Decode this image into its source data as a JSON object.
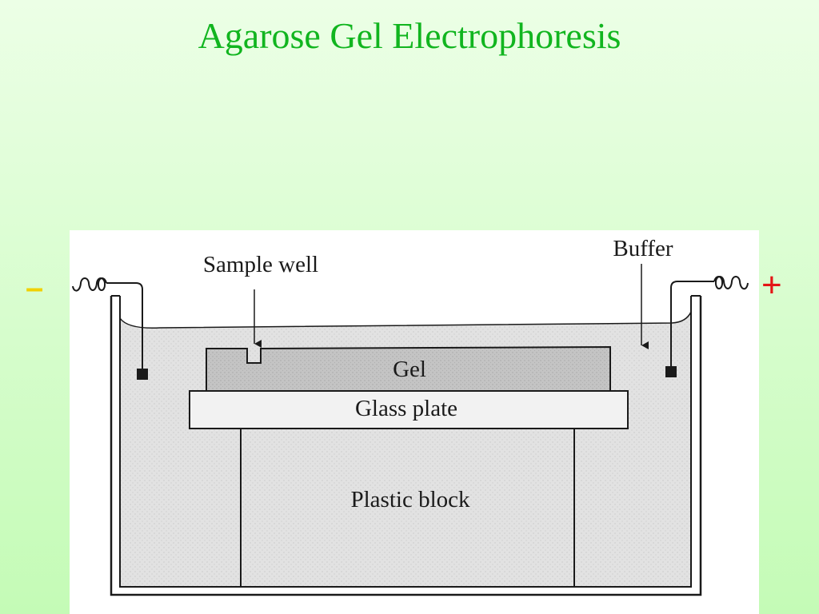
{
  "slide": {
    "title": "Agarose Gel Electrophoresis"
  },
  "diagram": {
    "labels": {
      "sample_well": "Sample well",
      "buffer": "Buffer",
      "gel": "Gel",
      "glass_plate": "Glass plate",
      "plastic_block": "Plastic block"
    },
    "electrodes": {
      "negative": "–",
      "positive": "+"
    }
  },
  "colors": {
    "title": "#11b51f",
    "negative_sign": "#f1d000",
    "positive_sign": "#e41616",
    "buffer": "#e2e2e2",
    "gel": "#c8c8c8",
    "glass_plate": "#f2f2f2",
    "outline": "#1a1a1a"
  }
}
